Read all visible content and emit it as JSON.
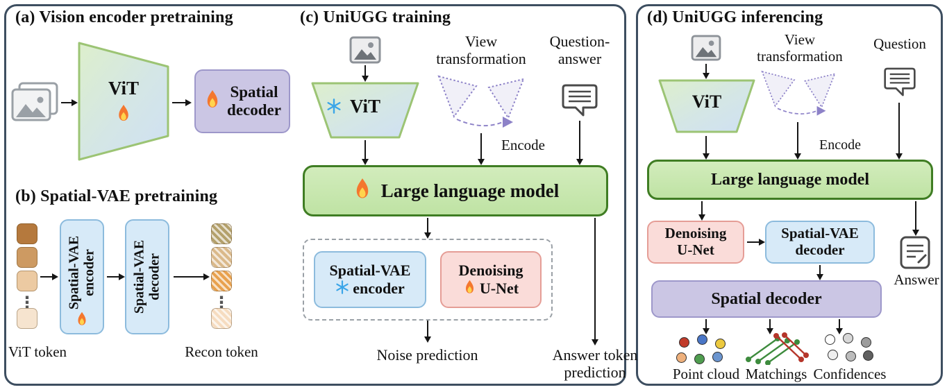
{
  "colors": {
    "panel_border": "#3d4e60",
    "llm_green_fill": "#c8e6b0",
    "llm_green_border": "#3f7d23",
    "vae_blue_fill": "#d7eaf8",
    "unet_pink_fill": "#fadcd9",
    "spatial_decoder_purple": "#cbc6e4",
    "vit_trapezoid_border": "#9cc474"
  },
  "a": {
    "title": "(a) Vision encoder pretraining",
    "vit_label": "ViT",
    "spatial_decoder_label": "Spatial\ndecoder"
  },
  "b": {
    "title": "(b) Spatial-VAE pretraining",
    "encoder_label": "Spatial-VAE\nencoder",
    "decoder_label": "Spatial-VAE\ndecoder",
    "ellipsis": "⋮",
    "vit_token_label": "ViT token",
    "recon_token_label": "Recon token",
    "vit_tokens": [
      "#b5793d",
      "#cd9a62",
      "#eccaa2",
      "#f6e4cf"
    ],
    "recon_tokens": [
      "#b3a06b",
      "#dab98a",
      "#e8a14e",
      "#f6dcc0"
    ]
  },
  "c": {
    "title": "(c) UniUGG training",
    "vit_label": "ViT",
    "view_transformation_label": "View\ntransformation",
    "question_answer_label": "Question-\nanswer",
    "encode_label": "Encode",
    "llm_label": "Large language model",
    "vae_encoder_line1": "Spatial-VAE",
    "vae_encoder_line2": "encoder",
    "unet_line1": "Denoising",
    "unet_line2": "U-Net",
    "noise_prediction_label": "Noise prediction",
    "answer_token_prediction_label": "Answer token\nprediction"
  },
  "d": {
    "title": "(d) UniUGG inferencing",
    "vit_label": "ViT",
    "view_transformation_label": "View\ntransformation",
    "question_label": "Question",
    "encode_label": "Encode",
    "llm_label": "Large language model",
    "unet_label": "Denoising\nU-Net",
    "vae_decoder_label": "Spatial-VAE\ndecoder",
    "spatial_decoder_label": "Spatial decoder",
    "answer_label": "Answer",
    "point_cloud_label": "Point cloud",
    "matchings_label": "Matchings",
    "confidences_label": "Confidences",
    "point_colors": [
      "#c13b2a",
      "#4a76c6",
      "#ecc93f",
      "#eeb07c",
      "#4f9d4f",
      "#6b95cf"
    ],
    "confidence_colors": [
      "#ffffff",
      "#d8d8d8",
      "#9c9c9c",
      "#efefef",
      "#bcbcbc",
      "#606060"
    ]
  }
}
